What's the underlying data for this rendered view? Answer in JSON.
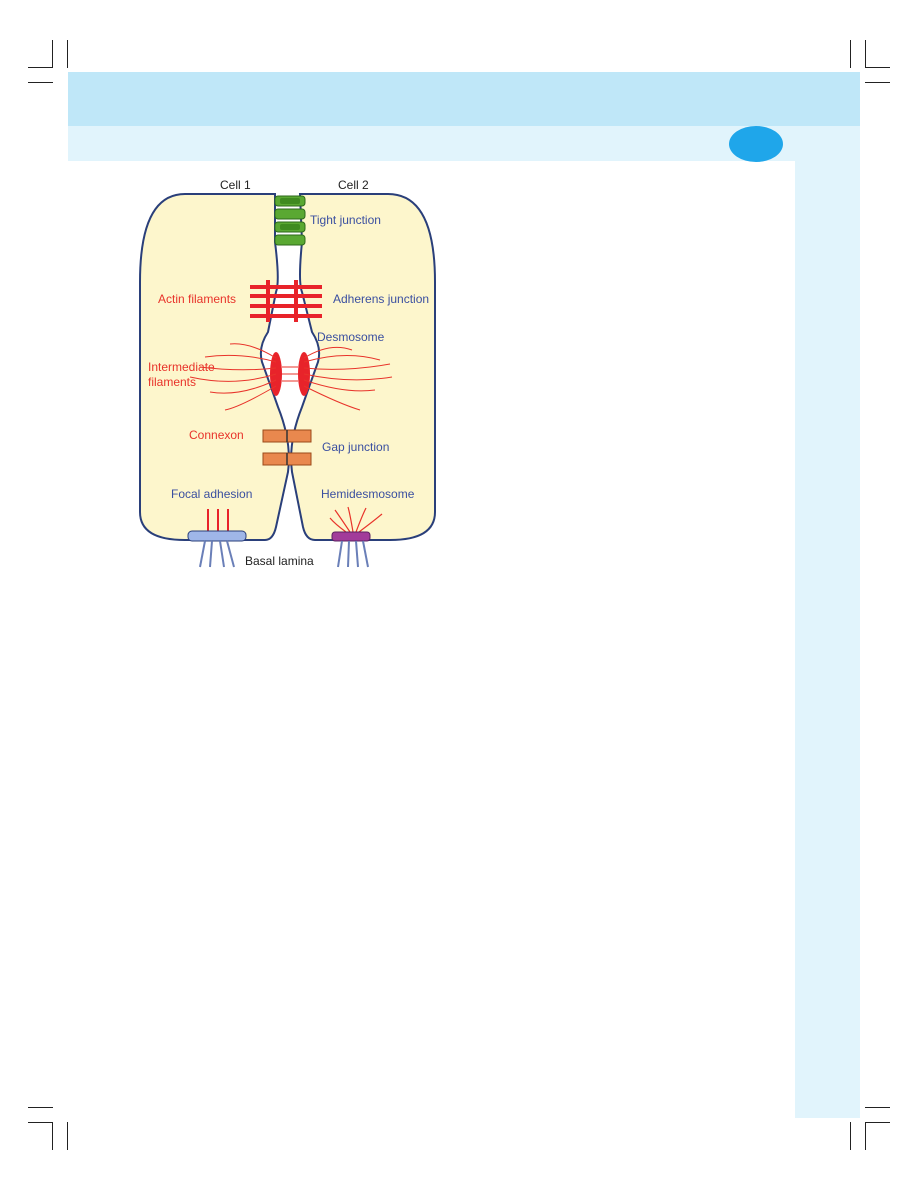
{
  "figure": {
    "labels": {
      "cell1": "Cell 1",
      "cell2": "Cell 2",
      "tight_junction": "Tight junction",
      "actin_filaments": "Actin filaments",
      "adherens_junction": "Adherens junction",
      "desmosome": "Desmosome",
      "intermediate_line1": "Intermediate",
      "intermediate_line2": "filaments",
      "connexon": "Connexon",
      "gap_junction": "Gap junction",
      "focal_adhesion": "Focal adhesion",
      "hemidesmosome": "Hemidesmosome",
      "basal_lamina": "Basal lamina"
    },
    "colors": {
      "cell_fill": "#fdf6cc",
      "membrane": "#2a3f7a",
      "label_blue": "#3a4fa0",
      "label_red": "#e8332a",
      "tight_green": "#5aa832",
      "actin_red": "#e8232a",
      "connexon_orange": "#e9884e"
    }
  }
}
